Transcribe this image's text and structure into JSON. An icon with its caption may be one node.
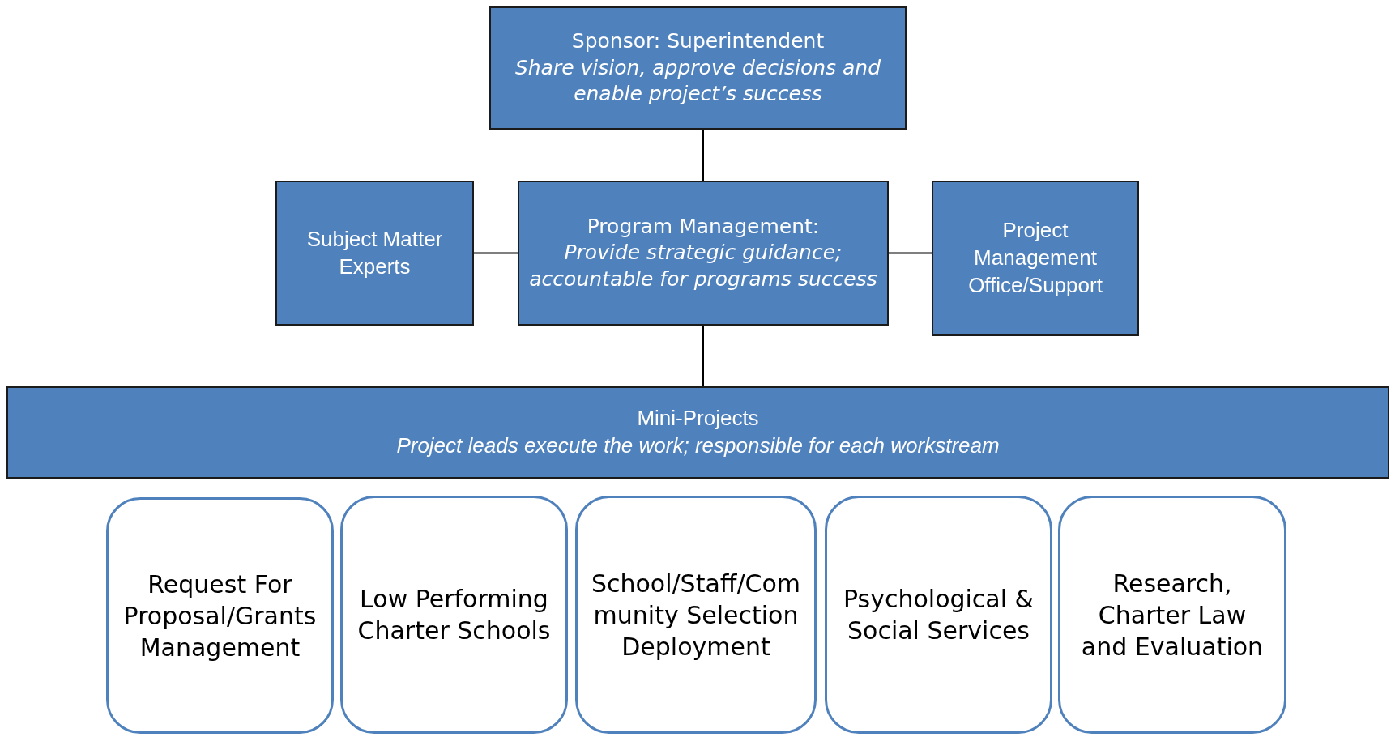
{
  "diagram": {
    "nodes": [
      {
        "text": [
          "Sponsor: Superintendent",
          "Share vision, approve decisions and enable project’s success"
        ]
      },
      {
        "text": [
          "Subject Matter Experts"
        ]
      },
      {
        "text": [
          "Program Management:",
          "Provide strategic guidance; accountable for programs success"
        ]
      },
      {
        "text": [
          "Project Management Office/Support"
        ]
      },
      {
        "text": [
          "Mini-Projects",
          "Project leads execute the work; responsible for each workstream"
        ]
      },
      {
        "text": [
          "Request For Proposal/Grants Management"
        ]
      },
      {
        "text": [
          "Low Performing Charter Schools"
        ]
      },
      {
        "text": [
          "School/Staff/Community Selection Deployment"
        ]
      },
      {
        "text": [
          "Psychological & Social Services"
        ]
      },
      {
        "text": [
          "Research, Charter Law and Evaluation"
        ]
      }
    ],
    "edges": [
      {
        "from": 0,
        "to": 2,
        "arrow": "none"
      },
      {
        "from": 1,
        "to": 2,
        "arrow": "none"
      },
      {
        "from": 2,
        "to": 3,
        "arrow": "none"
      },
      {
        "from": 2,
        "to": 4,
        "arrow": "none"
      }
    ]
  }
}
